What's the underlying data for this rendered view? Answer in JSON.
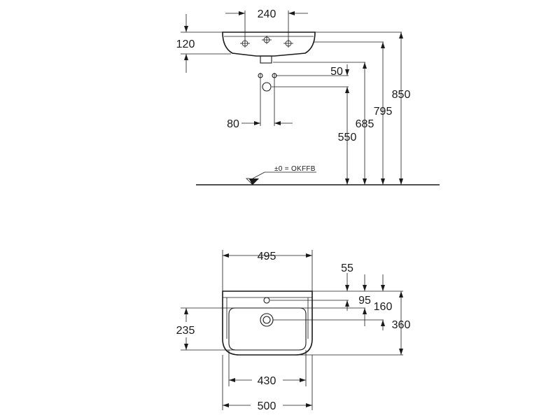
{
  "side_view": {
    "dimensions": {
      "tap_spacing": "240",
      "basin_height": "120",
      "trap_offset": "50",
      "trap_width": "80",
      "height_550": "550",
      "height_685": "685",
      "height_795": "795",
      "height_850": "850"
    },
    "floor_reference": "±0 = OKFFB"
  },
  "top_view": {
    "dimensions": {
      "inner_width": "495",
      "tap_hole_offset": "55",
      "overflow_offset": "95",
      "waste_offset": "160",
      "depth": "360",
      "bowl_depth": "235",
      "bowl_width": "430",
      "overall_width": "500"
    }
  }
}
